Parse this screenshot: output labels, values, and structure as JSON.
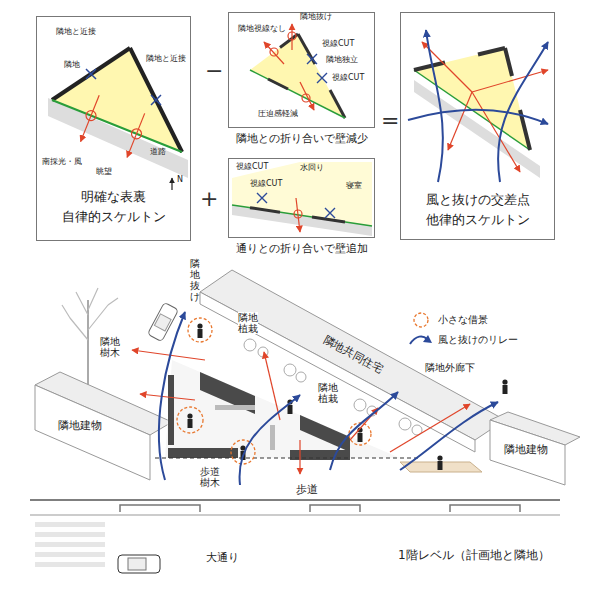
{
  "diagram": {
    "nodes": [
      {
        "text": [
          "明確な表裏",
          "自律的スケルトン"
        ]
      },
      {
        "text": [
          "隣地との折り合いで壁減少"
        ]
      },
      {
        "text": [
          "通りとの折り合いで壁追加"
        ]
      },
      {
        "text": [
          "風と抜けの交差点",
          "他律的スケルトン"
        ]
      }
    ],
    "labels": [
      "隣地と近接",
      "隣地",
      "隣地と近接",
      "南採光・風",
      "眺望",
      "道路",
      "N",
      "−",
      "隣地抜け",
      "隣地視線なし",
      "視線CUT",
      "隣地独立",
      "視線CUT",
      "圧迫感軽減",
      "=",
      "+",
      "視線CUT",
      "水回り",
      "視線CUT",
      "寝室",
      "隣地抜け",
      "隣地樹木",
      "隣地植栽",
      "隣地共同住宅",
      "隣地植栽",
      "隣地外廊下",
      "隣地建物",
      "隣地建物",
      "歩道樹木",
      "歩道",
      "大通り",
      "1階レベル（計画地と隣地）"
    ],
    "legend": [
      {
        "text": "小さな借景"
      },
      {
        "text": "風と抜けのリレー"
      }
    ]
  }
}
